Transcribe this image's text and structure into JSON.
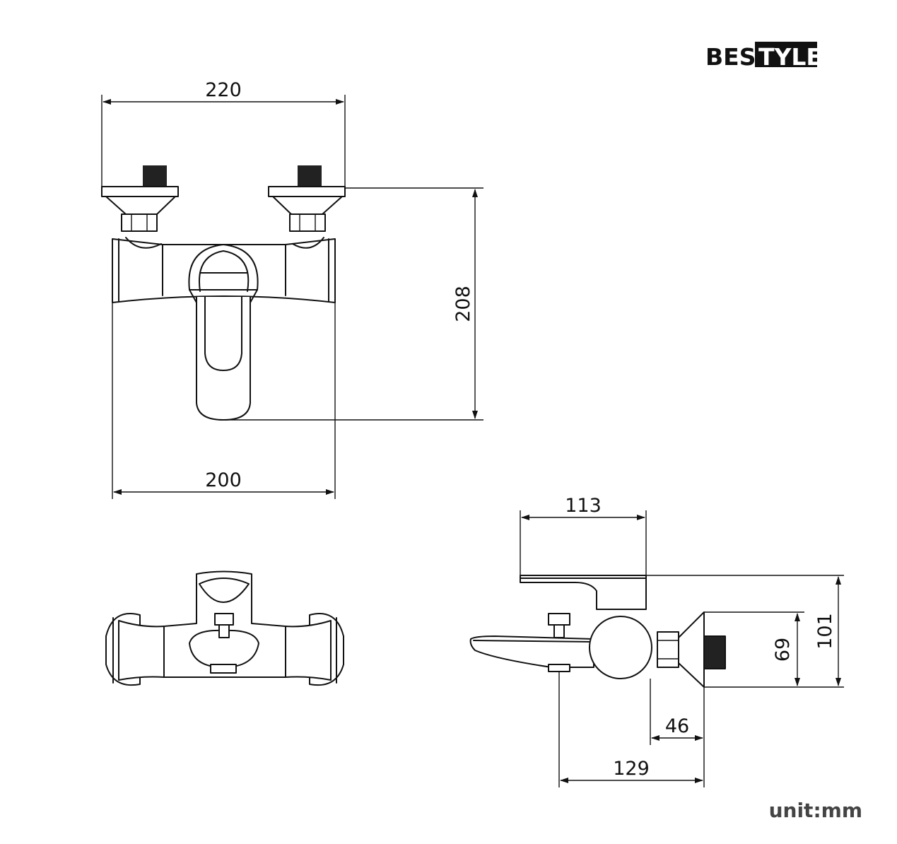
{
  "brand": {
    "part_a": "BES",
    "part_b": "TYLE"
  },
  "unit_label": "unit:mm",
  "dimensions": {
    "front_top_width": "220",
    "front_height": "208",
    "front_bottom_width": "200",
    "side_depth_top": "113",
    "side_height_total": "101",
    "side_height_inner": "69",
    "side_offset": "46",
    "side_depth_bottom": "129"
  }
}
